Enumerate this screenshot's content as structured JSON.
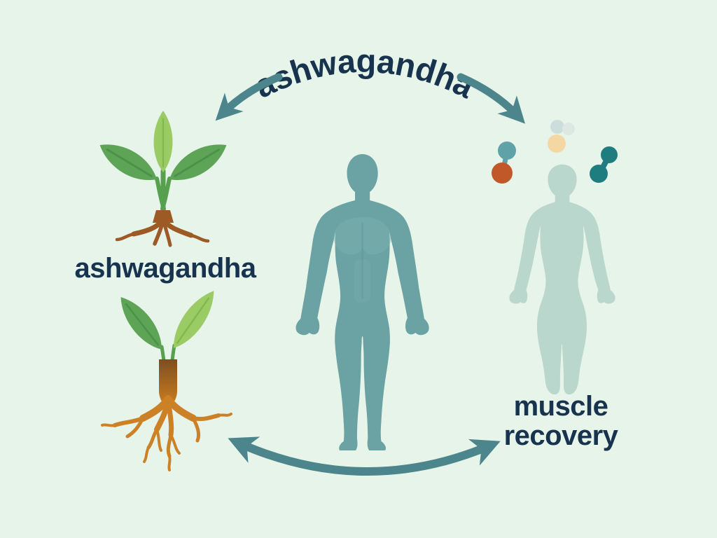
{
  "title": {
    "text": "ashwagandha"
  },
  "plant_label": {
    "text": "ashwagandha"
  },
  "outcome_label": {
    "line1": "muscle",
    "line2": "recovery"
  },
  "illustrations": {
    "plant_top": "ashwagandha plant with leaves and roots",
    "plant_bottom": "ashwagandha root system",
    "figure_center": "human body silhouette",
    "figure_right": "faded human body silhouette",
    "molecules": "active compound molecules"
  },
  "arrows": [
    {
      "name": "arrow-title-to-plant",
      "direction": "down-left"
    },
    {
      "name": "arrow-title-to-body",
      "direction": "down-right"
    },
    {
      "name": "arrow-root-to-recovery",
      "direction": "double-headed"
    }
  ],
  "colors": {
    "background": "#e7f4ea",
    "text_navy": "#17334d",
    "arrow_teal": "#4d858d",
    "body_center": "#6ba2a3",
    "body_muscle_highlight": "#7cb0b0",
    "body_right": "#b9d7cd",
    "leaf_dark": "#5ea457",
    "leaf_light": "#9acb64",
    "stem_green": "#57a04e",
    "root_brown": "#9d5a24",
    "root_orange": "#cd8126",
    "molecule_teal": "#5fa3a8",
    "molecule_orange": "#c1582a",
    "molecule_dark_teal": "#1f7d80",
    "molecule_peach": "#f5d7a3",
    "molecule_pale_1": "#ccdedb",
    "molecule_pale_2": "#dde8e2"
  }
}
